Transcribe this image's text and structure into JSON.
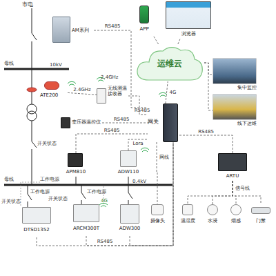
{
  "diagram": {
    "nodes": [
      {
        "text": [
          "AM系列"
        ]
      },
      {
        "text": [
          "APP"
        ]
      },
      {
        "text": [
          "浏览器"
        ]
      },
      {
        "text": [
          "运维云"
        ]
      },
      {
        "text": [
          "集中监控"
        ]
      },
      {
        "text": [
          "线下运维"
        ]
      },
      {
        "text": [
          "ATE200"
        ]
      },
      {
        "text": [
          "无线测温接收器"
        ]
      },
      {
        "text": [
          "变压器温控仪"
        ]
      },
      {
        "text": [
          "网关"
        ]
      },
      {
        "text": [
          "APM810"
        ]
      },
      {
        "text": [
          "ADW110"
        ]
      },
      {
        "text": [
          "ARTU"
        ]
      },
      {
        "text": [
          "DTSD1352"
        ]
      },
      {
        "text": [
          "ARCM300T"
        ]
      },
      {
        "text": [
          "ADW300"
        ]
      },
      {
        "text": [
          "摄像头"
        ]
      },
      {
        "text": [
          "温湿度"
        ]
      },
      {
        "text": [
          "水浸"
        ]
      },
      {
        "text": [
          "烟感"
        ]
      },
      {
        "text": [
          "门禁"
        ]
      }
    ],
    "edges": [
      {
        "from": 0,
        "to": 9,
        "arrow": "none",
        "label": "RS485"
      },
      {
        "from": 6,
        "to": 7,
        "arrow": "none",
        "label": "2.4GHz"
      },
      {
        "from": 7,
        "to": 9,
        "arrow": "none",
        "label": "RS485"
      },
      {
        "from": 8,
        "to": 9,
        "arrow": "none",
        "label": "RS485"
      },
      {
        "from": 10,
        "to": 9,
        "arrow": "none",
        "label": "RS485"
      },
      {
        "from": 11,
        "to": 9,
        "arrow": "none",
        "label": "Lora"
      },
      {
        "from": 9,
        "to": 3,
        "arrow": "none",
        "label": "4G"
      },
      {
        "from": 3,
        "to": 1,
        "arrow": "none"
      },
      {
        "from": 3,
        "to": 2,
        "arrow": "none"
      },
      {
        "from": 3,
        "to": 4,
        "arrow": "none"
      },
      {
        "from": 3,
        "to": 5,
        "arrow": "none"
      },
      {
        "from": 9,
        "to": 12,
        "arrow": "none",
        "label": "RS485"
      },
      {
        "from": 9,
        "to": 16,
        "arrow": "none",
        "label": "网线"
      },
      {
        "from": 12,
        "to": 17,
        "arrow": "none",
        "label": "信号线"
      },
      {
        "from": 12,
        "to": 18,
        "arrow": "none"
      },
      {
        "from": 12,
        "to": 19,
        "arrow": "none"
      },
      {
        "from": 12,
        "to": 20,
        "arrow": "none"
      },
      {
        "from": 13,
        "to": 9,
        "arrow": "none",
        "label": "RS485"
      },
      {
        "from": 14,
        "to": 9,
        "arrow": "none"
      },
      {
        "from": 15,
        "to": 9,
        "arrow": "none"
      }
    ],
    "labels": [
      "市电",
      "母线",
      "10kV",
      "2.4GHz",
      "开关状态",
      "开关状态",
      "开关状态",
      "工作电源",
      "工作电源",
      "工作电源",
      "0.4kV",
      "母线",
      "4G"
    ]
  }
}
